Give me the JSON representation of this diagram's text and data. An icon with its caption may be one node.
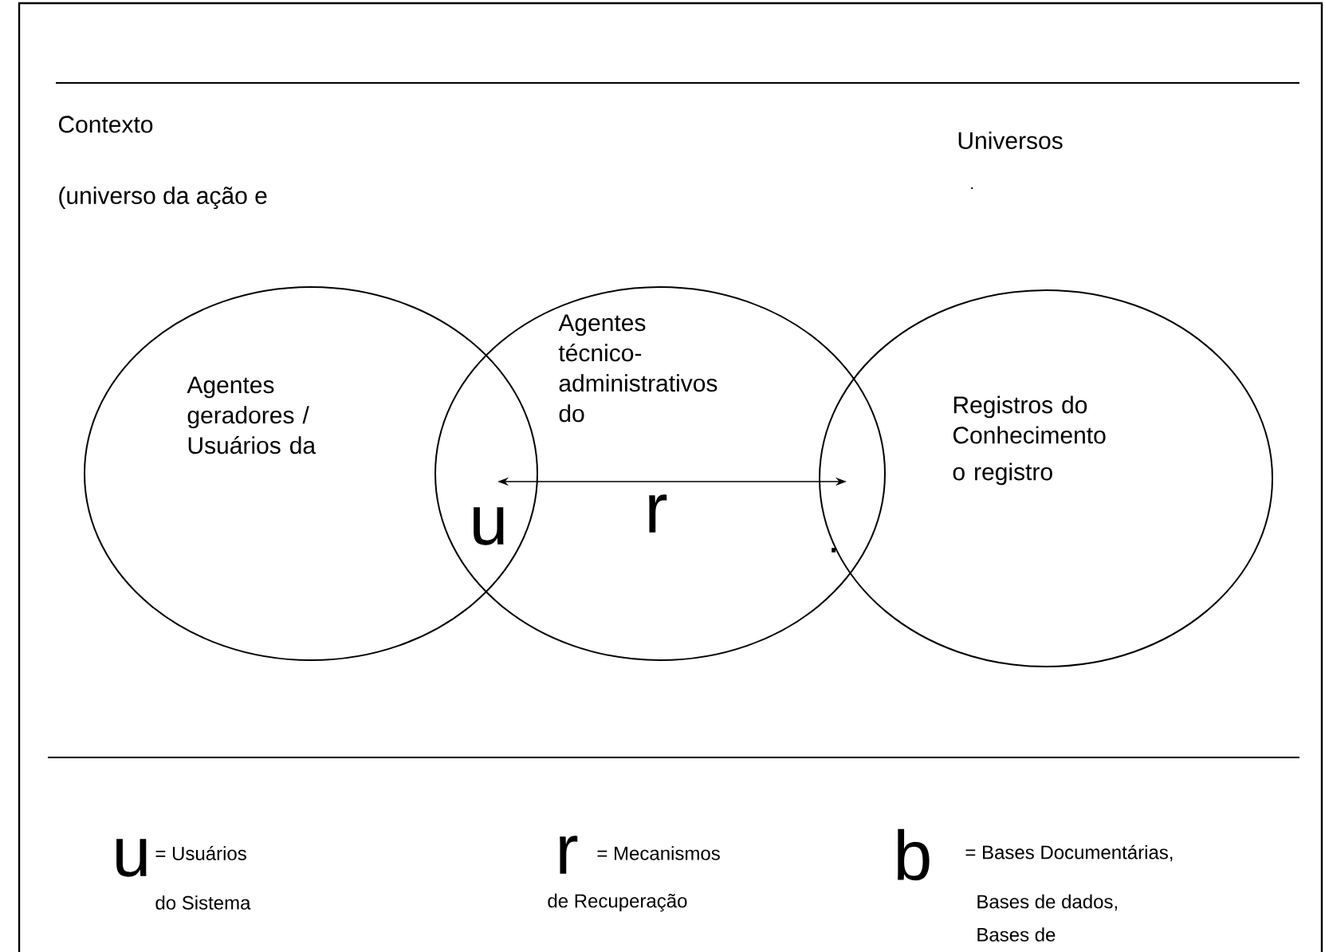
{
  "diagram": {
    "nodes": [
      {
        "text": [
          "Agentes geradores / Usuários da"
        ]
      },
      {
        "text": [
          "Agentes técnico-administrativos do"
        ]
      },
      {
        "text": [
          "Registros do Conhecimento",
          "o registro"
        ]
      }
    ],
    "labels": [
      "Contexto",
      "(universo da ação e",
      "Universos",
      ".",
      "u",
      "r",
      ".",
      "u",
      "= Usuários",
      "do Sistema",
      "r",
      "= Mecanismos",
      "de Recuperação",
      "b",
      "= Bases Documentárias,",
      "Bases de dados,",
      "Bases de"
    ]
  }
}
